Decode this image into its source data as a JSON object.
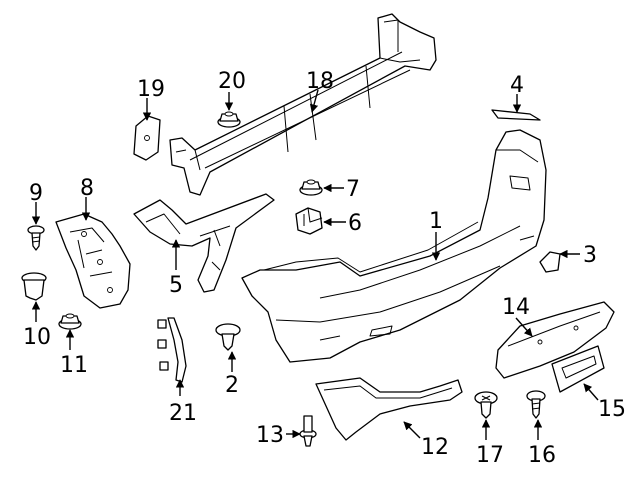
{
  "callouts": [
    {
      "id": "1",
      "label": "1",
      "part": "rear-bumper-cover"
    },
    {
      "id": "2",
      "label": "2",
      "part": "push-clip"
    },
    {
      "id": "3",
      "label": "3",
      "part": "side-cap"
    },
    {
      "id": "4",
      "label": "4",
      "part": "trim-strip"
    },
    {
      "id": "5",
      "label": "5",
      "part": "bumper-bracket-center"
    },
    {
      "id": "6",
      "label": "6",
      "part": "clip-nut"
    },
    {
      "id": "7",
      "label": "7",
      "part": "hex-nut"
    },
    {
      "id": "8",
      "label": "8",
      "part": "side-bracket"
    },
    {
      "id": "9",
      "label": "9",
      "part": "screw"
    },
    {
      "id": "10",
      "label": "10",
      "part": "plug"
    },
    {
      "id": "11",
      "label": "11",
      "part": "nut"
    },
    {
      "id": "12",
      "label": "12",
      "part": "lower-valance"
    },
    {
      "id": "13",
      "label": "13",
      "part": "pin-clip"
    },
    {
      "id": "14",
      "label": "14",
      "part": "reflector-panel"
    },
    {
      "id": "15",
      "label": "15",
      "part": "bracket-plate"
    },
    {
      "id": "16",
      "label": "16",
      "part": "bolt"
    },
    {
      "id": "17",
      "label": "17",
      "part": "screw-17"
    },
    {
      "id": "18",
      "label": "18",
      "part": "impact-bar"
    },
    {
      "id": "19",
      "label": "19",
      "part": "pad"
    },
    {
      "id": "20",
      "label": "20",
      "part": "nut-20"
    },
    {
      "id": "21",
      "label": "21",
      "part": "molding-strip"
    }
  ]
}
